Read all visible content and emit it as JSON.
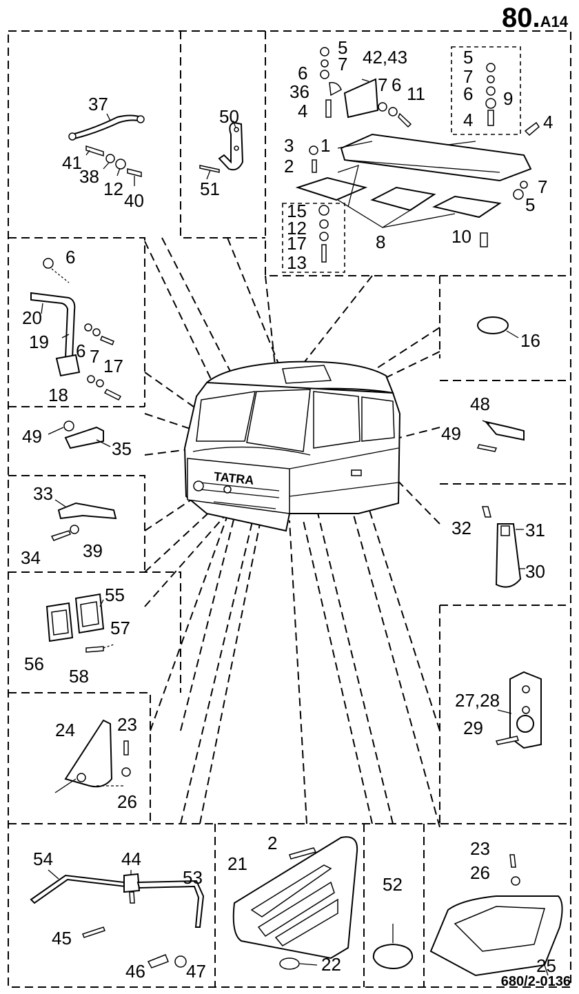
{
  "page_number": {
    "main": "80.",
    "suffix": "A14"
  },
  "drawing_code": "680/2-0136",
  "cab_logo": "TATRA",
  "callouts": {
    "c1": "1",
    "c2": "2",
    "c3": "3",
    "c4a": "4",
    "c4b": "4",
    "c4c": "4",
    "c5a": "5",
    "c5b": "5",
    "c5c": "5",
    "c6a": "6",
    "c6b": "6",
    "c6c": "6",
    "c6d": "6",
    "c6e": "6",
    "c7a": "7",
    "c7b": "7",
    "c7c": "7",
    "c7d": "7",
    "c7e": "7",
    "c8": "8",
    "c9": "9",
    "c10": "10",
    "c11": "11",
    "c12a": "12",
    "c12b": "12",
    "c13": "13",
    "c15": "15",
    "c16": "16",
    "c17a": "17",
    "c17b": "17",
    "c18": "18",
    "c19": "19",
    "c20": "20",
    "c21": "21",
    "c22": "22",
    "c23a": "23",
    "c23b": "23",
    "c24": "24",
    "c25": "25",
    "c26a": "26",
    "c26b": "26",
    "c2b": "2",
    "c2728": "27,28",
    "c29": "29",
    "c30": "30",
    "c31": "31",
    "c32": "32",
    "c33": "33",
    "c34": "34",
    "c35": "35",
    "c36": "36",
    "c37": "37",
    "c38": "38",
    "c39": "39",
    "c40": "40",
    "c41": "41",
    "c4243": "42,43",
    "c44": "44",
    "c45": "45",
    "c46": "46",
    "c47": "47",
    "c48": "48",
    "c49a": "49",
    "c49b": "49",
    "c50": "50",
    "c51": "51",
    "c52": "52",
    "c53": "53",
    "c54": "54",
    "c55": "55",
    "c56": "56",
    "c57": "57",
    "c58": "58"
  }
}
